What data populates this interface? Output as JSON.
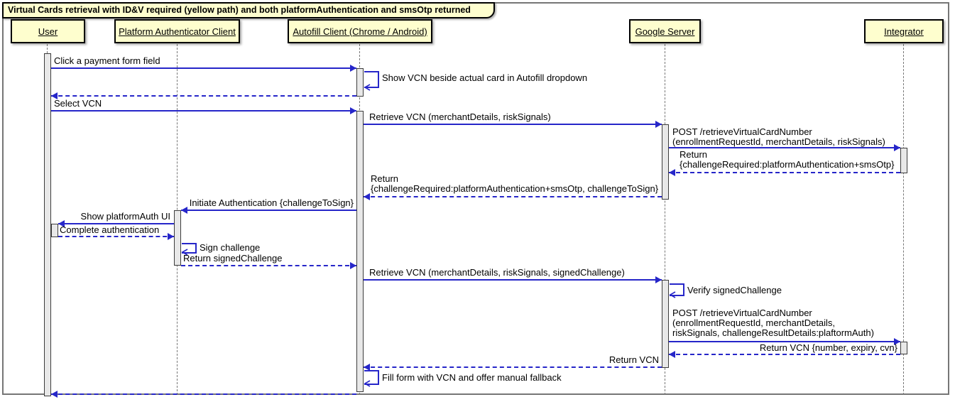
{
  "title": "Virtual Cards retrieval with ID&V required (yellow path) and both platformAuthentication and smsOtp returned",
  "participants": [
    "User",
    "Platform Authenticator Client",
    "Autofill Client (Chrome / Android)",
    "Google Server",
    "Integrator"
  ],
  "messages": {
    "click_payment_field": "Click a payment form field",
    "show_vcn_dropdown": "Show VCN beside actual card in Autofill dropdown",
    "select_vcn": "Select VCN",
    "retrieve_vcn_1": "Retrieve VCN (merchantDetails, riskSignals)",
    "post_retrieve_1_l1": "POST /retrieveVirtualCardNumber",
    "post_retrieve_1_l2": "(enrollmentRequestId, merchantDetails, riskSignals)",
    "return_integrator_l1": "Return",
    "return_integrator_l2": "{challengeRequired:platformAuthentication+smsOtp}",
    "return_google_l1": "Return",
    "return_google_l2": "{challengeRequired:platformAuthentication+smsOtp, challengeToSign}",
    "initiate_auth": "Initiate Authentication {challengeToSign}",
    "show_platform_auth_ui": "Show platformAuth UI",
    "complete_auth": "Complete authentication",
    "sign_challenge": "Sign challenge",
    "return_signed_challenge": "Return signedChallenge",
    "retrieve_vcn_2": "Retrieve VCN (merchantDetails, riskSignals, signedChallenge)",
    "verify_signed_challenge": "Verify signedChallenge",
    "post_retrieve_2_l1": "POST /retrieveVirtualCardNumber",
    "post_retrieve_2_l2": "(enrollmentRequestId, merchantDetails,",
    "post_retrieve_2_l3": "riskSignals, challengeResultDetails:plaftormAuth)",
    "return_vcn_full": "Return VCN {number, expiry, cvn}",
    "return_vcn": "Return VCN",
    "fill_form": "Fill form with VCN and offer manual fallback"
  },
  "colors": {
    "arrow_blue": "#2626C9",
    "participant_fill": "#FEFECE",
    "activation_fill": "#E8E8E8",
    "frame_border": "#767676"
  }
}
